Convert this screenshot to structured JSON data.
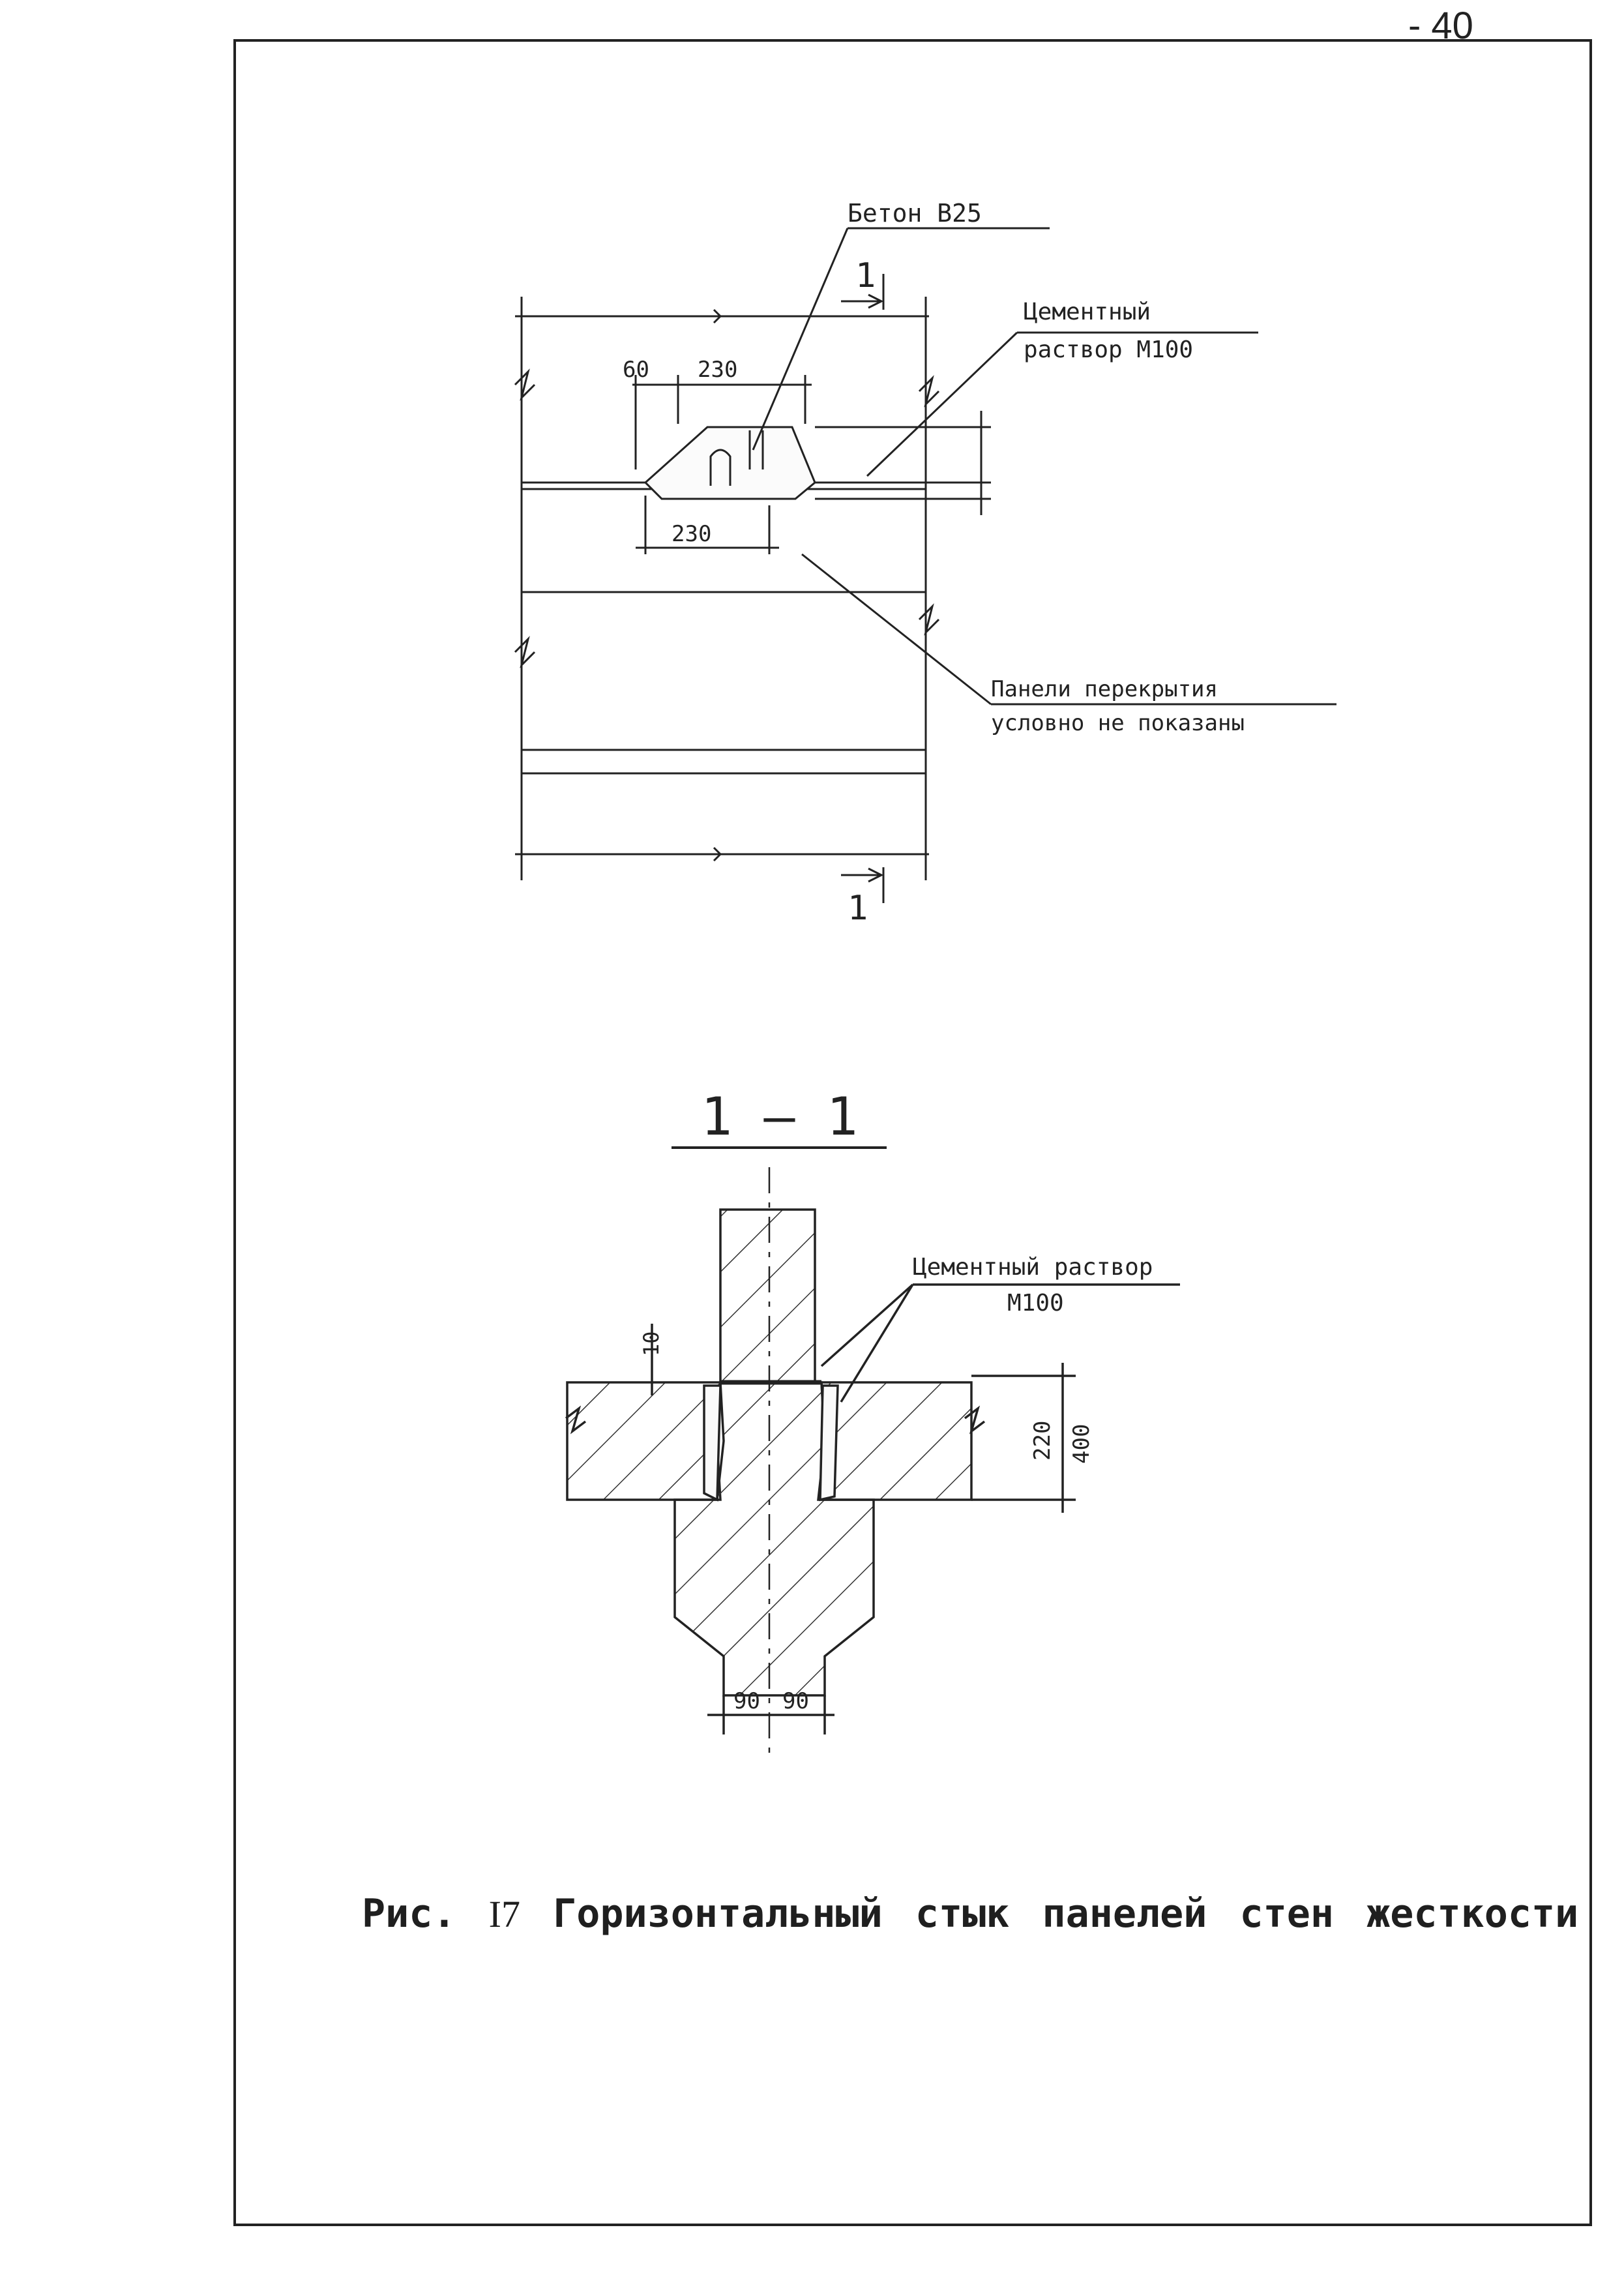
{
  "page": {
    "number": "- 40"
  },
  "plan": {
    "section_mark": "1",
    "label_concrete": "Бетон В25",
    "label_mortar_line1": "Цементный",
    "label_mortar_line2": "раствор М100",
    "label_panels_line1": "Панели перекрытия",
    "label_panels_line2": "условно не показаны",
    "dim_60": "60",
    "dim_230_top": "230",
    "dim_230_bottom": "230"
  },
  "section": {
    "title": "1 — 1",
    "label_mortar_line1": "Цементный раствор",
    "label_mortar_line2": "М100",
    "dim_10": "10",
    "dim_220": "220",
    "dim_400": "400",
    "dim_90_left": "90",
    "dim_90_right": "90"
  },
  "caption": {
    "prefix": "Рис.",
    "figure_number": "I7",
    "text": "Горизонтальный стык панелей стен жесткости"
  }
}
